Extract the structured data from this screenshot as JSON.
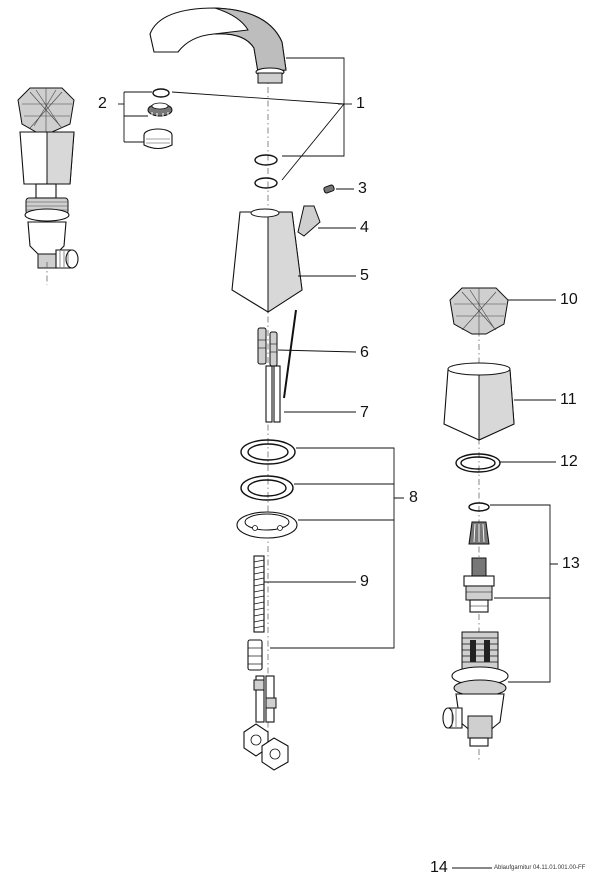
{
  "callouts": {
    "c1": "1",
    "c2": "2",
    "c3": "3",
    "c4": "4",
    "c5": "5",
    "c6": "6",
    "c7": "7",
    "c8": "8",
    "c9": "9",
    "c10": "10",
    "c11": "11",
    "c12": "12",
    "c13": "13",
    "c14": "14"
  },
  "footer_caption": "Ablaufgarnitur 04.11.01.001.00-FF"
}
